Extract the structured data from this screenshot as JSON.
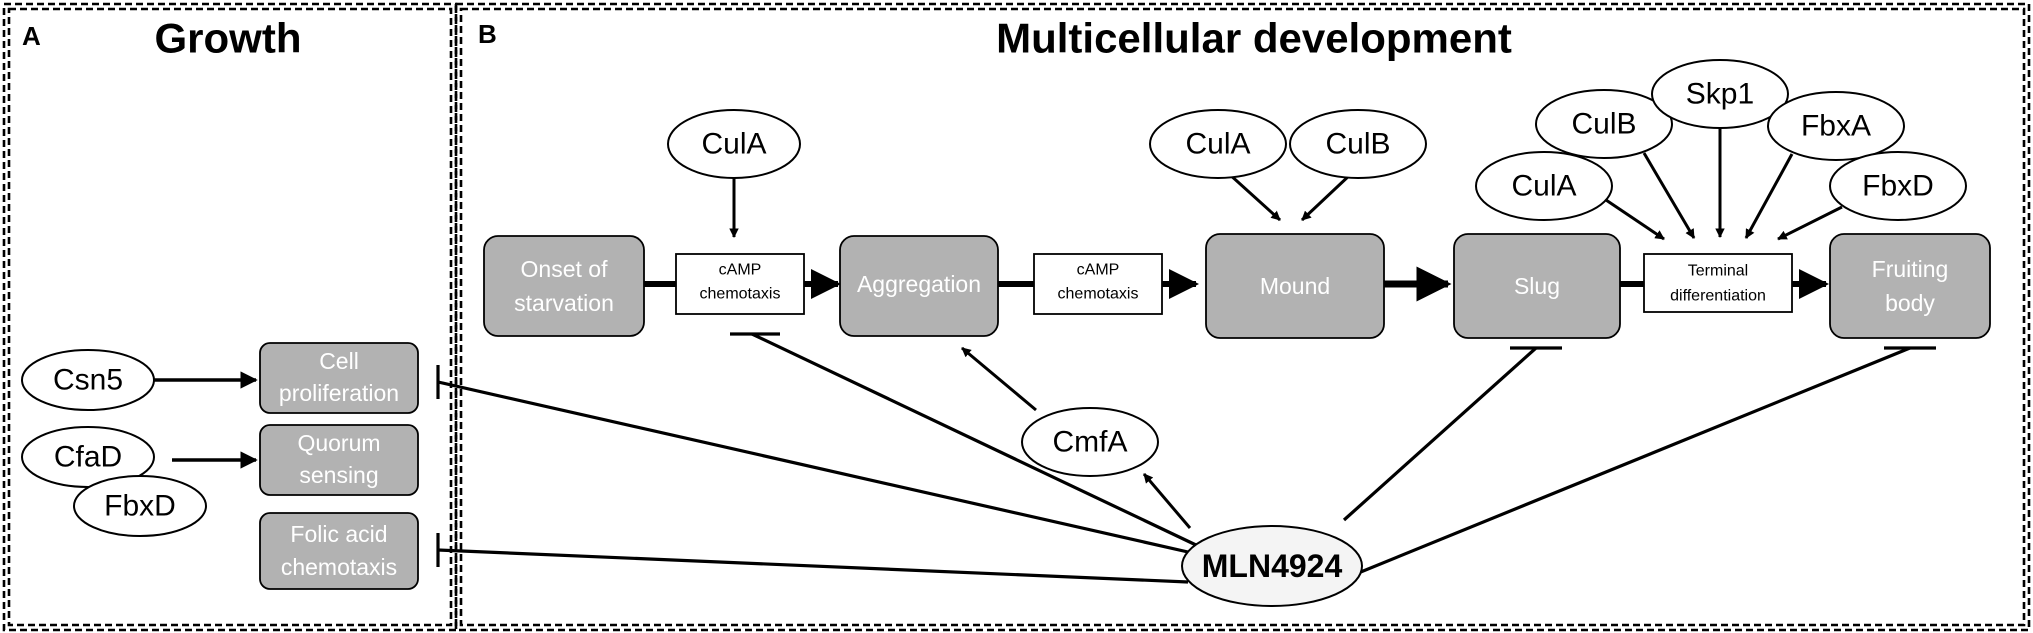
{
  "panels": {
    "growth": {
      "letter": "A",
      "title": "Growth"
    },
    "development": {
      "letter": "B",
      "title": "Multicellular development"
    }
  },
  "growth": {
    "regulators": {
      "csn5": "Csn5",
      "cfad": "CfaD",
      "fbxd": "FbxD"
    },
    "processes": {
      "cell_proliferation": [
        "Cell",
        "proliferation"
      ],
      "quorum_sensing": [
        "Quorum",
        "sensing"
      ],
      "folic_acid_chemotaxis": [
        "Folic acid",
        "chemotaxis"
      ]
    }
  },
  "development": {
    "stages": {
      "onset_of_starvation": [
        "Onset of",
        "starvation"
      ],
      "aggregation": [
        "Aggregation"
      ],
      "mound": [
        "Mound"
      ],
      "slug": [
        "Slug"
      ],
      "fruiting_body": [
        "Fruiting",
        "body"
      ]
    },
    "transitions": {
      "camp_chemotaxis_1": [
        "cAMP",
        "chemotaxis"
      ],
      "camp_chemotaxis_2": [
        "cAMP",
        "chemotaxis"
      ],
      "terminal_differentiation": [
        "Terminal",
        "differentiation"
      ]
    },
    "regulators": {
      "cula_chemotaxis": "CulA",
      "cula_mound": "CulA",
      "culb_mound": "CulB",
      "cula_terminal": "CulA",
      "culb_terminal": "CulB",
      "skp1": "Skp1",
      "fbxa": "FbxA",
      "fbxd_terminal": "FbxD",
      "cmfa": "CmfA"
    }
  },
  "drug": {
    "label": "MLN4924"
  }
}
